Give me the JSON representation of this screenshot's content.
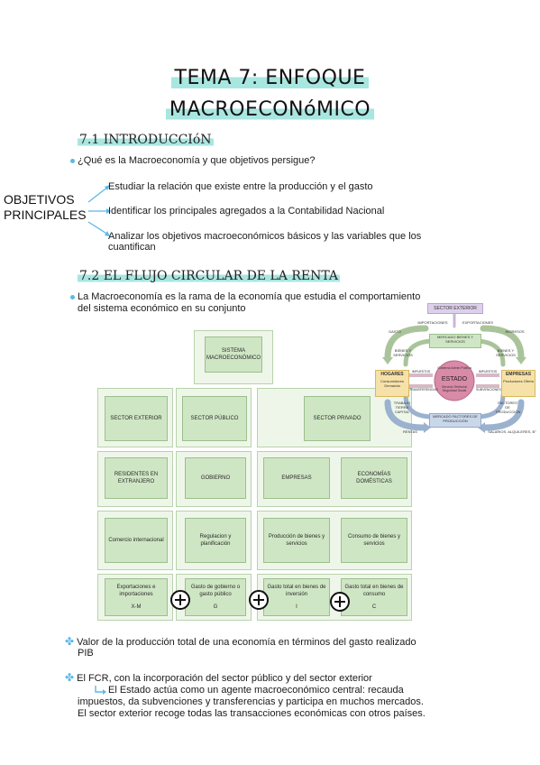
{
  "title": {
    "line1": "TEMA 7: ENFOQUE",
    "line2": "MACROECONóMICO"
  },
  "section1": {
    "heading": "7.1 INTRODUCCIóN",
    "question": "¿Qué es la Macroeconomía y que objetivos persigue?",
    "objectives_label_1": "OBJETIVOS",
    "objectives_label_2": "PRINCIPALES",
    "objectives": [
      "Estudiar la relación que existe entre la producción y el gasto",
      "Identificar los principales agregados a la Contabilidad Nacional",
      "Analizar los objetivos macroeconómicos básicos y las variables que los",
      "cuantifican"
    ]
  },
  "section2": {
    "heading": "7.2 EL FLUJO CIRCULAR DE LA RENTA",
    "intro_1": "La Macroeconomía es la rama de la economía que estudia el comportamiento",
    "intro_2": "del sistema económico en su conjunto"
  },
  "tree": {
    "root": "SISTEMA MACROECONÓMICO",
    "sectors": [
      "SECTOR EXTERIOR",
      "SECTOR PÚBLICO",
      "SECTOR PRIVADO"
    ],
    "level2": [
      "RESIDENTES EN EXTRANJERO",
      "GOBIERNO",
      "EMPRESAS",
      "ECONOMÍAS DOMÉSTICAS"
    ],
    "level3": [
      "Comercio internacional",
      "Regulacion y planificación",
      "Producción de bienes y servicios",
      "Consumo de bienes y servicios"
    ],
    "level4": [
      "Exportaciones e importaciones",
      "Gasto de gobierno o gasto público",
      "Gasto total en bienes de inversión",
      "Gasto total en bienes de consumo"
    ],
    "level4_symbols": [
      "X-M",
      "G",
      "I",
      "C"
    ]
  },
  "flow": {
    "sector_exterior": "SECTOR EXTERIOR",
    "importaciones": "IMPORTACIONES",
    "exportaciones": "EXPORTACIONES",
    "gasto": "GASTO",
    "ingresos": "INGRESOS",
    "mercado_bienes": "MERCADO BIENES Y SERVICIOS",
    "bienes_left": "BIENES Y SERVICIOS",
    "bienes_right": "BIENES Y SERVICIOS",
    "hogares": "HOGARES",
    "hogares_sub": "Consumidores Demanda",
    "estado": "ESTADO",
    "estado_top": "Gobierno Admin Pública",
    "estado_bottom": "Servicio Territorial Seguridad Social",
    "empresas": "EMPRESAS",
    "empresas_sub": "Productores Oferta",
    "impuestos_l": "IMPUESTOS",
    "impuestos_r": "IMPUESTOS",
    "transf_l": "TRANSFERENCIAS",
    "transf_r": "SUBVENCIONES",
    "trabajo": "TRABAJO TIERRA CAPITAL",
    "factores": "FACTORES DE PRODUCCIÓN",
    "mercado_factores": "MERCADO FACTORES DE PRODUCCIÓN",
    "renta": "RENTAS",
    "salarios": "SALARIOS, ALQUILERES, B°"
  },
  "notes": {
    "pib_1": "Valor de la producción total de una economía en términos del gasto realizado",
    "pib_2": "PIB",
    "fcr_1": "El FCR, con la incorporación del sector público y del sector exterior",
    "fcr_2": "El Estado actúa como un agente macroeconómico central: recauda",
    "fcr_3": "impuestos, da subvenciones y transferencias y participa en muchos mercados.",
    "fcr_4": "El sector exterior recoge todas las transacciones económicas con otros países."
  }
}
